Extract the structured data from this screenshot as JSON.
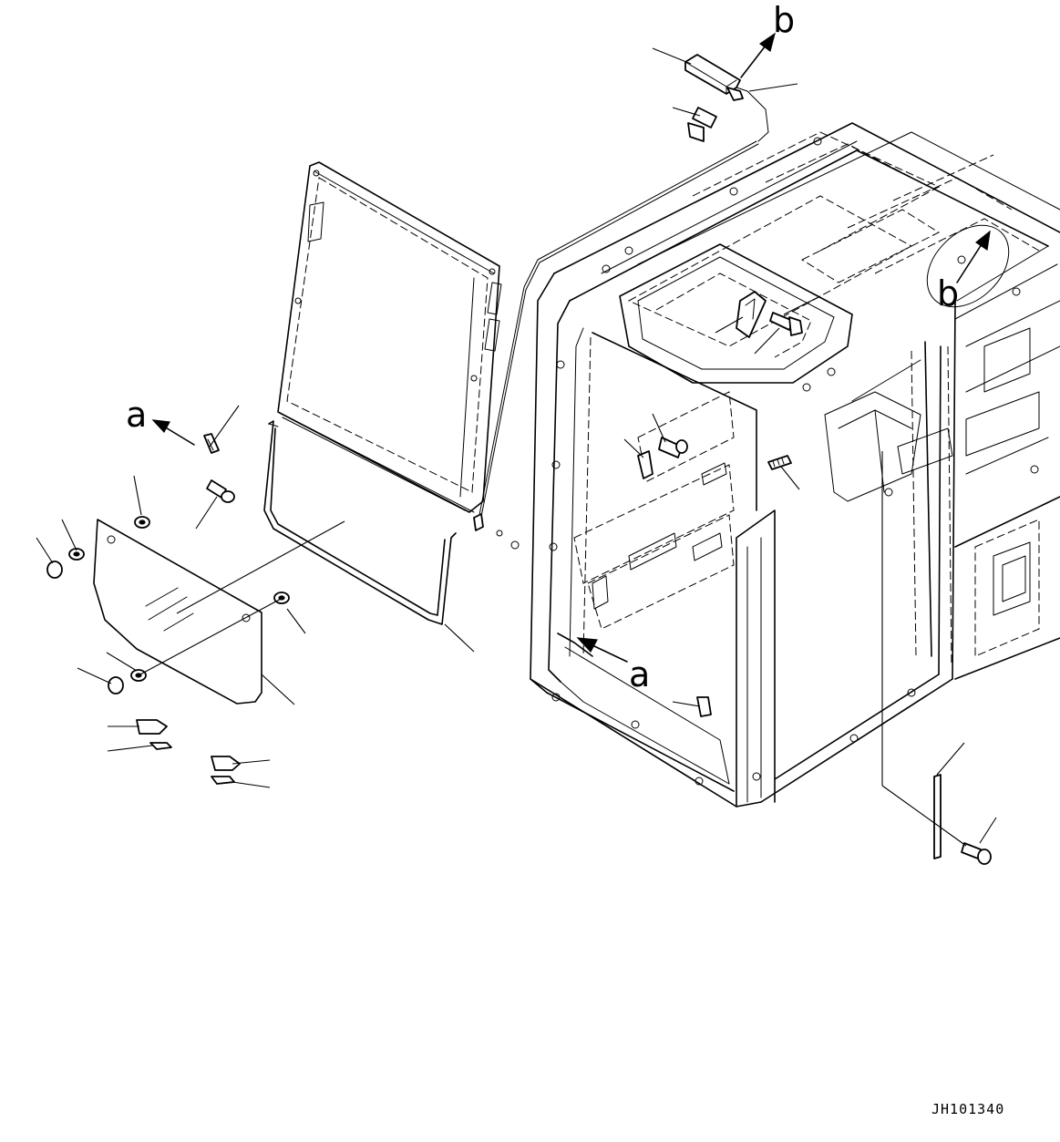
{
  "diagram": {
    "drawing_code": "JH101340",
    "view_labels": {
      "a_left": "a",
      "a_cab": "a",
      "b_top": "b",
      "b_cab": "b"
    }
  }
}
